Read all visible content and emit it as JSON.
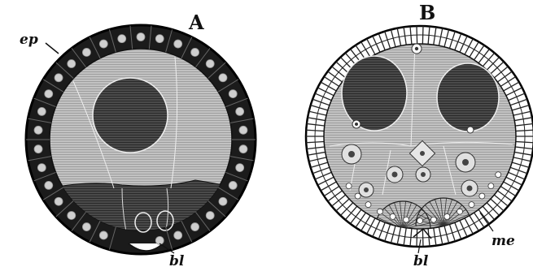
{
  "figure": {
    "panels": [
      {
        "letter": "A",
        "labels": {
          "ep": "ep",
          "bl": "bl"
        }
      },
      {
        "letter": "B",
        "labels": {
          "bl": "bl",
          "me": "me"
        }
      }
    ],
    "colors": {
      "ink": "#111111",
      "ectoderm_dark": "#1b1b1b",
      "gray_cytoplasm": "#b8b8b8",
      "dark_nucleus": "#3a3a3a",
      "dark_yolk": "#474747",
      "background": "#ffffff"
    }
  }
}
